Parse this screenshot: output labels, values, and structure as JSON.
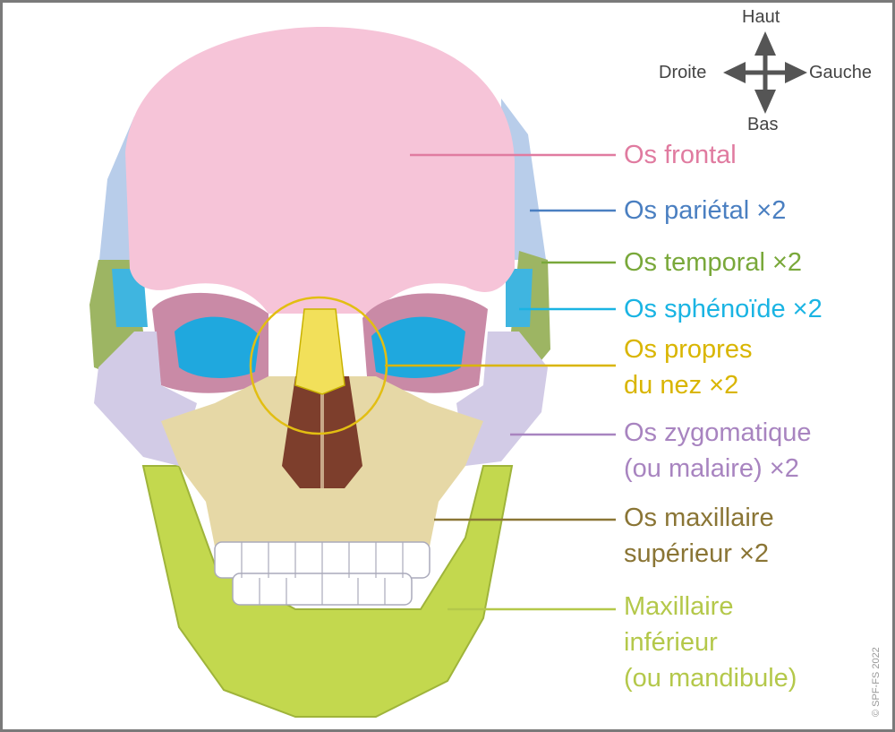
{
  "compass": {
    "up": "Haut",
    "down": "Bas",
    "left": "Droite",
    "right": "Gauche"
  },
  "labels": [
    {
      "lines": [
        "Os frontal"
      ],
      "color": "#e07ba0"
    },
    {
      "lines": [
        "Os pariétal ×2"
      ],
      "color": "#4a7fc1"
    },
    {
      "lines": [
        "Os temporal ×2"
      ],
      "color": "#79a83a"
    },
    {
      "lines": [
        "Os sphénoïde ×2"
      ],
      "color": "#1ab4e3"
    },
    {
      "lines": [
        "Os propres",
        "du nez ×2"
      ],
      "color": "#d9b500"
    },
    {
      "lines": [
        "Os zygomatique",
        "(ou malaire) ×2"
      ],
      "color": "#a884c0"
    },
    {
      "lines": [
        "Os maxillaire",
        "supérieur ×2"
      ],
      "color": "#8a7535"
    },
    {
      "lines": [
        "Maxillaire",
        "inférieur",
        "(ou mandibule)"
      ],
      "color": "#b4c84a"
    }
  ],
  "copyright": "© SPF-FS 2022"
}
